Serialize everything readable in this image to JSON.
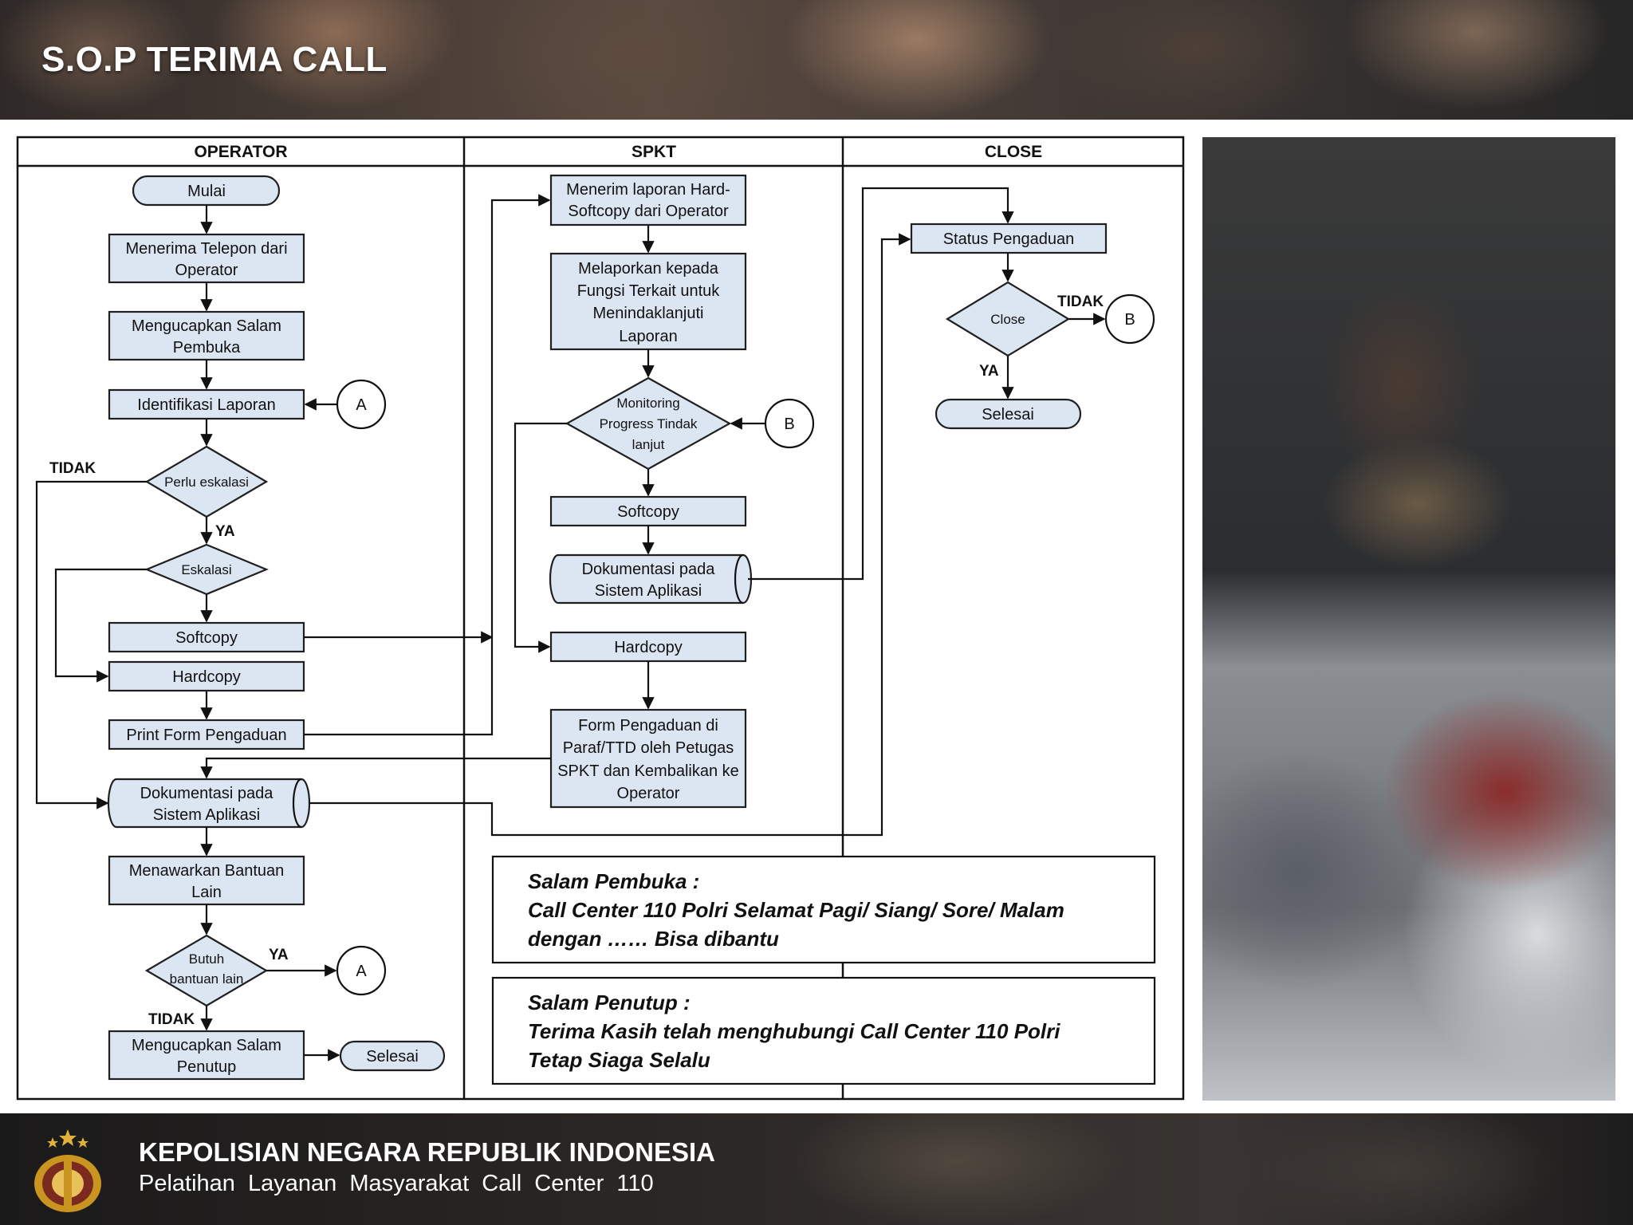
{
  "title": "S.O.P TERIMA CALL",
  "lanes": [
    "OPERATOR",
    "SPKT",
    "CLOSE"
  ],
  "operator": {
    "start": "Mulai",
    "receive_call": [
      "Menerima Telepon dari",
      "Operator"
    ],
    "greeting": [
      "Mengucapkan Salam",
      "Pembuka"
    ],
    "identify": "Identifikasi Laporan",
    "need_escalation": "Perlu eskalasi",
    "escalation": "Eskalasi",
    "softcopy": "Softcopy",
    "hardcopy": "Hardcopy",
    "print_form": "Print Form Pengaduan",
    "documentation": [
      "Dokumentasi pada",
      "Sistem Aplikasi"
    ],
    "offer_help": [
      "Menawarkan Bantuan",
      "Lain"
    ],
    "need_more_help": [
      "Butuh",
      "bantuan lain"
    ],
    "closing": [
      "Mengucapkan Salam",
      "Penutup"
    ],
    "end": "Selesai"
  },
  "spkt": {
    "receive_report": [
      "Menerim laporan Hard-",
      "Softcopy dari Operator"
    ],
    "report_to_function": [
      "Melaporkan kepada",
      "Fungsi Terkait untuk",
      "Menindaklanjuti",
      "Laporan"
    ],
    "monitoring": [
      "Monitoring",
      "Progress Tindak",
      "lanjut"
    ],
    "softcopy": "Softcopy",
    "documentation": [
      "Dokumentasi pada",
      "Sistem Aplikasi"
    ],
    "hardcopy": "Hardcopy",
    "form_signed": [
      "Form Pengaduan di",
      "Paraf/TTD oleh Petugas",
      "SPKT dan Kembalikan ke",
      "Operator"
    ]
  },
  "close": {
    "status": "Status Pengaduan",
    "decision": "Close",
    "end": "Selesai"
  },
  "labels": {
    "yes": "YA",
    "no": "TIDAK"
  },
  "connectors": {
    "a": "A",
    "b": "B"
  },
  "notes": {
    "opening": {
      "title": "Salam Pembuka :",
      "line1": "Call Center 110 Polri Selamat Pagi/ Siang/ Sore/ Malam",
      "line2": "dengan …… Bisa dibantu"
    },
    "closing": {
      "title": "Salam Penutup :",
      "line1": "Terima Kasih telah menghubungi Call Center 110 Polri",
      "line2": "Tetap Siaga Selalu"
    }
  },
  "footer": {
    "org": "KEPOLISIAN NEGARA REPUBLIK INDONESIA",
    "training": "Pelatihan Layanan Masyarakat Call Center 110"
  },
  "colors": {
    "box_fill": "#dce6f2",
    "stroke": "#1f1f1f"
  }
}
